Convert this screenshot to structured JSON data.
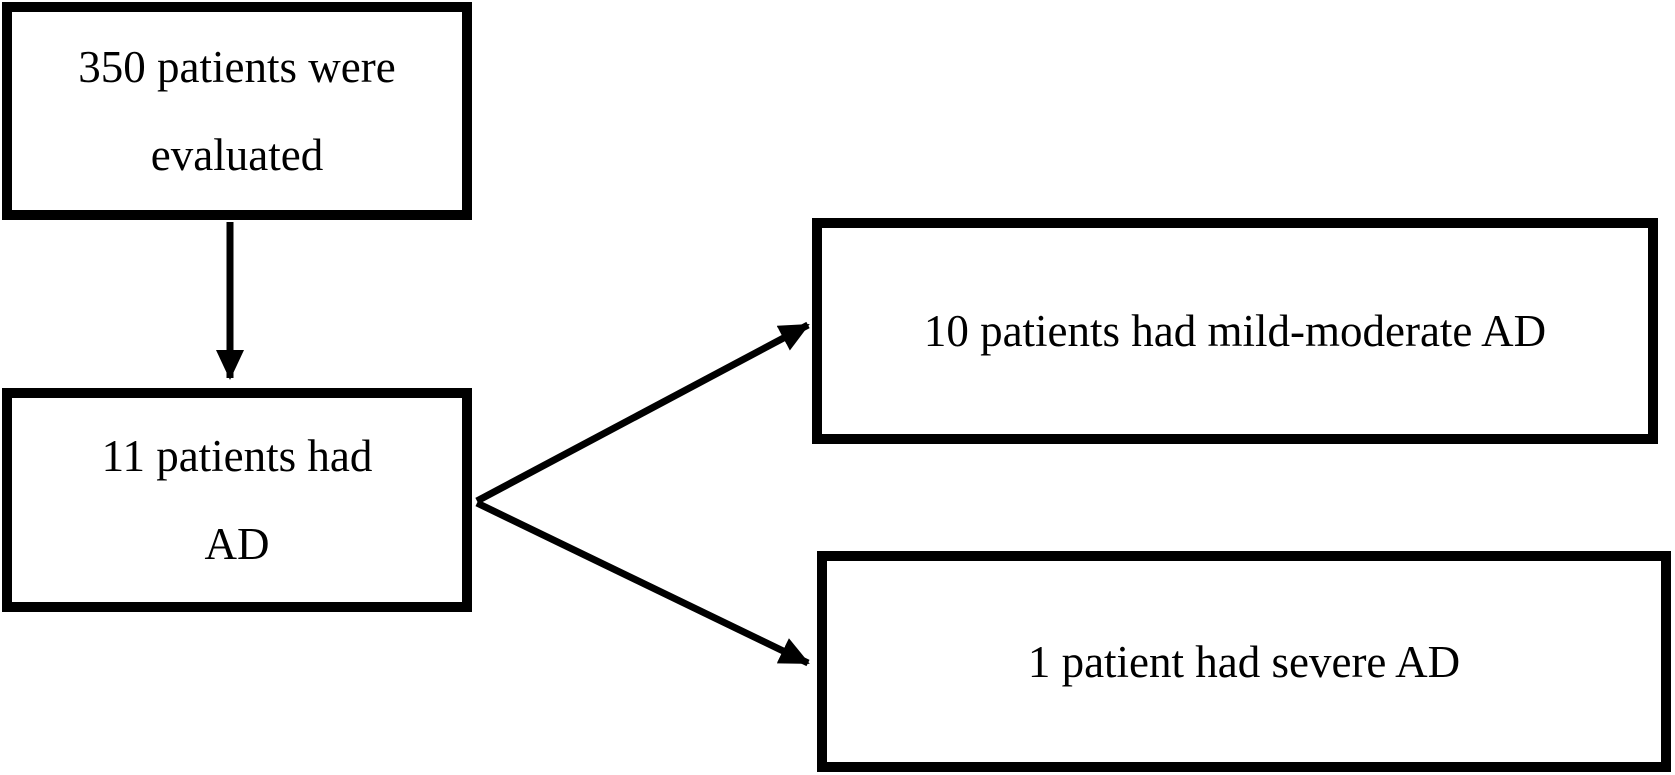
{
  "figure": {
    "type": "flowchart",
    "background_color": "#ffffff",
    "line_color": "#000000",
    "text_color": "#000000",
    "nodes": [
      {
        "id": "patients-evaluated",
        "lines": [
          "350 patients were",
          "evaluated"
        ]
      },
      {
        "id": "patients-ad",
        "lines": [
          "11 patients had",
          "AD"
        ]
      },
      {
        "id": "mild-moderate-ad",
        "lines": [
          "10 patients had mild-moderate AD"
        ]
      },
      {
        "id": "severe-ad",
        "lines": [
          "1 patient had severe AD"
        ]
      }
    ],
    "edges": [
      {
        "from": "patients-evaluated",
        "to": "patients-ad",
        "style": "straight-down-arrow"
      },
      {
        "from": "patients-ad",
        "to": "mild-moderate-ad",
        "style": "diagonal-up-arrow"
      },
      {
        "from": "patients-ad",
        "to": "severe-ad",
        "style": "diagonal-down-arrow"
      }
    ]
  }
}
